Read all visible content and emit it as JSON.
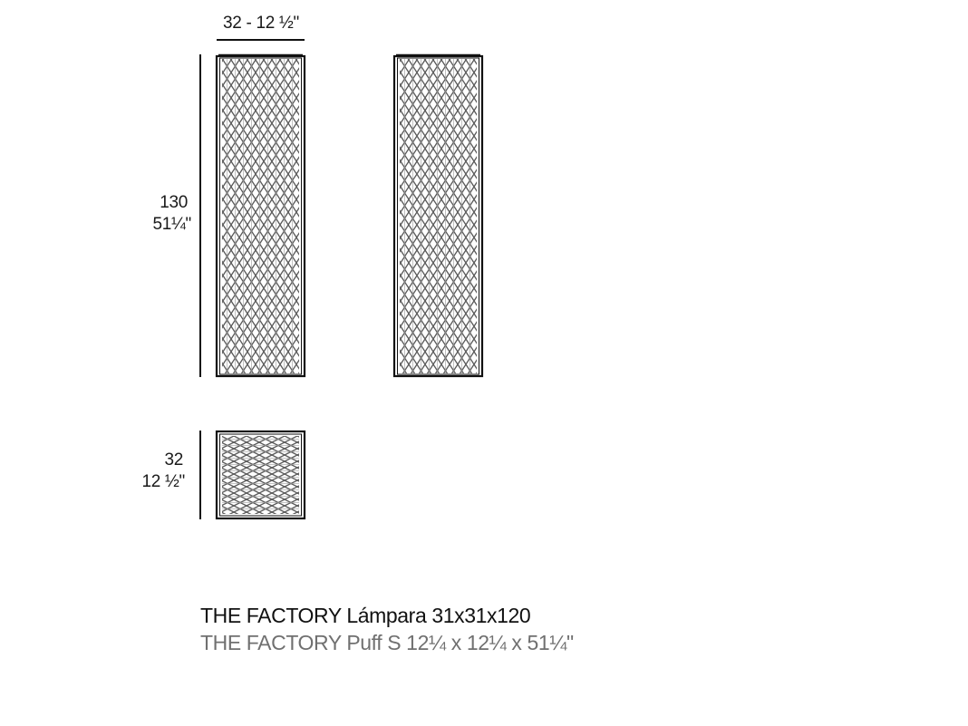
{
  "drawing": {
    "top_dimension": {
      "label": "32 - 12 ½\""
    },
    "height_dimension": {
      "metric": "130",
      "imperial": "51¼\""
    },
    "depth_dimension": {
      "metric": "32",
      "imperial": "12 ½\""
    },
    "views": [
      {
        "name": "front-view",
        "shape": "tall-rectangle",
        "pattern": "diamond-mesh-vertical"
      },
      {
        "name": "side-view",
        "shape": "tall-rectangle",
        "pattern": "diamond-mesh-vertical"
      },
      {
        "name": "top-view",
        "shape": "square",
        "pattern": "diamond-mesh-horizontal"
      }
    ],
    "colors": {
      "outline": "#111111",
      "mesh": "#6e6e6e",
      "caption_primary": "#111111",
      "caption_secondary": "#707070"
    }
  },
  "captions": {
    "line1": "THE FACTORY Lámpara 31x31x120",
    "line2": "THE FACTORY Puff S 12¼ x 12¼ x 51¼\""
  }
}
